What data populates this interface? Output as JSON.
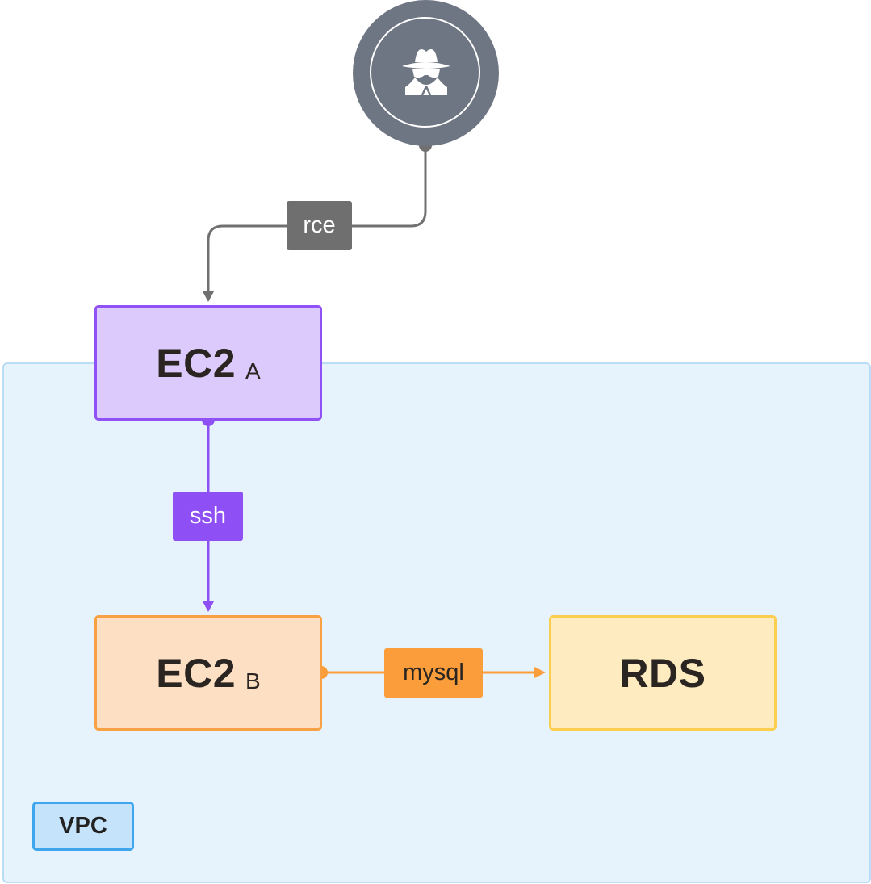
{
  "nodes": {
    "attacker": {
      "icon": "spy-icon",
      "color": "#6e7683"
    },
    "ec2_a": {
      "title": "EC2",
      "subtitle": "A",
      "fill": "#dccafc",
      "stroke": "#9152f5"
    },
    "ec2_b": {
      "title": "EC2",
      "subtitle": "B",
      "fill": "#fde0c3",
      "stroke": "#f8a144"
    },
    "rds": {
      "title": "RDS",
      "fill": "#feecc0",
      "stroke": "#fcce50"
    }
  },
  "edges": [
    {
      "from": "attacker",
      "to": "ec2_a",
      "label": "rce",
      "color": "#707070"
    },
    {
      "from": "ec2_a",
      "to": "ec2_b",
      "label": "ssh",
      "color": "#8e50f5"
    },
    {
      "from": "ec2_b",
      "to": "rds",
      "label": "mysql",
      "color": "#fb9d3a"
    }
  ],
  "groups": {
    "vpc": {
      "label": "VPC",
      "fill": "#e6f2fc",
      "stroke": "#3fa6ee"
    }
  }
}
